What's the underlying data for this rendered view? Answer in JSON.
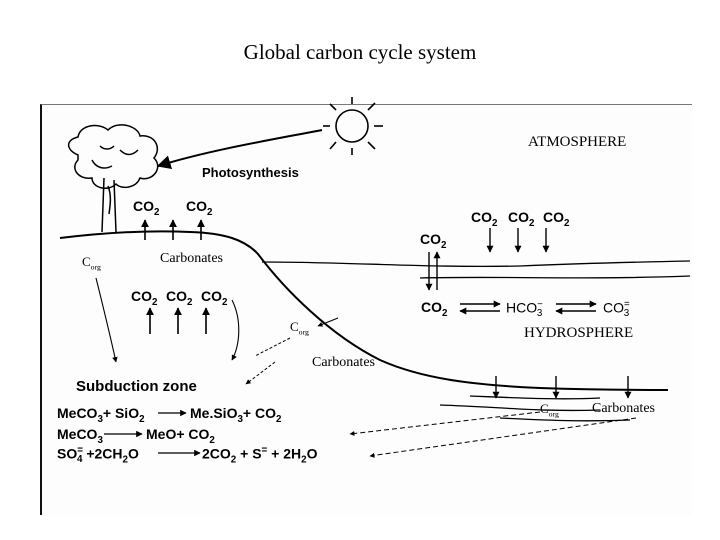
{
  "title": "Global carbon cycle system",
  "regions": {
    "atmosphere": "ATMOSPHERE",
    "hydrosphere": "HYDROSPHERE",
    "subduction": "Subduction zone"
  },
  "process": {
    "photosynthesis": "Photosynthesis"
  },
  "species": {
    "co2_base": "CO",
    "co2_sub": "2",
    "corg_base": "C",
    "corg_sub": "org",
    "carbonates": "Carbonates",
    "hco3_base": "HCO",
    "hco3_sub": "3",
    "hco3_sup": "−",
    "co3_base": "CO",
    "co3_sub": "3",
    "co3_sup": "="
  },
  "reactions": {
    "r1": {
      "a": "MeCO",
      "a_sub": "3",
      "plus1": "+ SiO",
      "plus1_sub": "2",
      "b": "Me.SiO",
      "b_sub": "3",
      "plus2": "+ CO",
      "plus2_sub": "2"
    },
    "r2": {
      "a": "MeCO",
      "a_sub": "3",
      "b": "MeO+ CO",
      "b_sub": "2"
    },
    "r3": {
      "a": "SO",
      "a_sub": "4",
      "a_sup": "=",
      "plus1": "+2CH",
      "plus1_sub": "2",
      "plus1_tail": "O",
      "b": "2CO",
      "b_sub": "2",
      "plus2": "+ S",
      "plus2_sup": "=",
      "plus3": "+ 2H",
      "plus3_sub": "2",
      "plus3_tail": "O"
    }
  }
}
